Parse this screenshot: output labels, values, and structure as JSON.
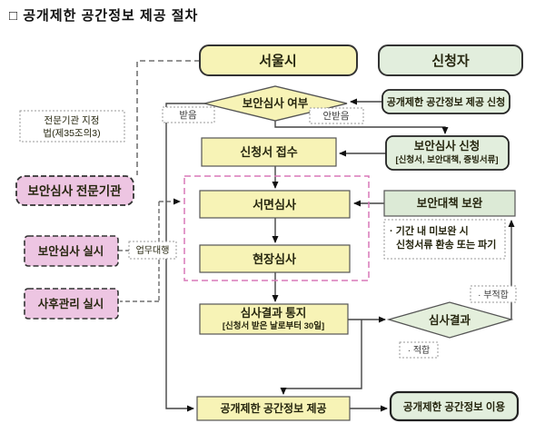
{
  "title": "□ 공개제한 공간정보 제공 절차",
  "columns": {
    "seoul": "서울시",
    "applicant": "신청자"
  },
  "nodes": {
    "request": "공개제한 공간정보 제공 신청",
    "security_review_check": "보안심사 여부",
    "received": "받음",
    "not_received": "안받음",
    "application_receipt": "신청서 접수",
    "security_review_apply": "보안심사 신청",
    "security_review_apply_sub": "[신청서, 보안대책, 증빙서류]",
    "document_review": "서면심사",
    "field_review": "현장심사",
    "security_measure_fix": "보안대책 보완",
    "fix_note_line1": "· 기간 내 미보완 시",
    "fix_note_line2": "신청서류 환송 또는 파기",
    "result_notice": "심사결과 통지",
    "result_notice_sub": "[신청서 받은 날로부터 30일]",
    "review_result": "심사결과",
    "unsuitable": "· 부적합",
    "suitable": "· 적합",
    "provide": "공개제한 공간정보 제공",
    "use": "공개제한 공간정보 이용",
    "expert_note_line1": "전문기관 지정",
    "expert_note_line2": "법(제35조의3)",
    "expert_org": "보안심사 전문기관",
    "security_review_exec": "보안심사 실시",
    "post_manage_exec": "사후관리 실시",
    "agency": "업무대행"
  },
  "colors": {
    "yellow_fill": "#f7f3b6",
    "green_fill": "#e2eedd",
    "pink_fill": "#edc5e2",
    "red_text": "#e53c2e",
    "blue_text": "#1414cc",
    "line": "#444444",
    "pink_dash": "#d878b8"
  }
}
